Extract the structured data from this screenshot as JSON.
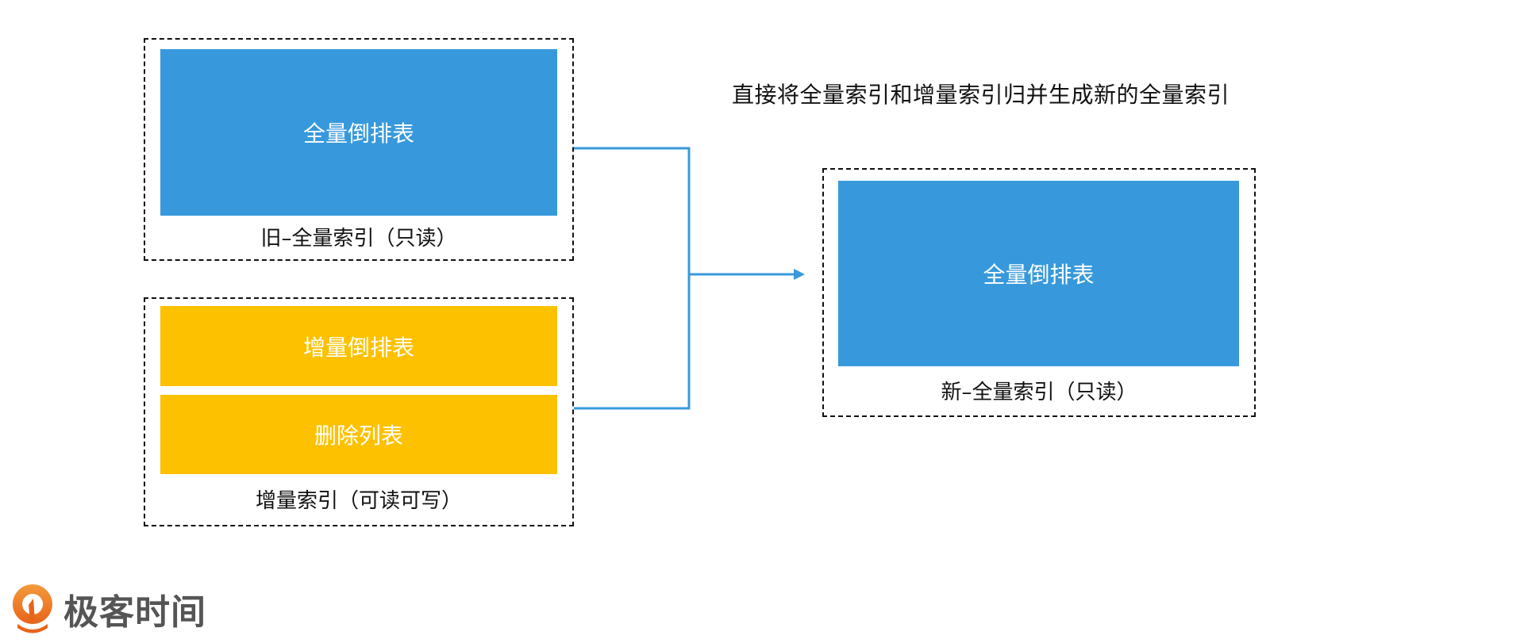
{
  "title": "直接将全量索引和增量索引归并生成新的全量索引",
  "colors": {
    "full_index_block": "#3799dc",
    "incremental_block": "#fdc100",
    "connector": "#3799dc",
    "logo_orange": "#f07a1d",
    "logo_text": "#555555"
  },
  "old_full_index": {
    "block_label": "全量倒排表",
    "caption": "旧–全量索引（只读）"
  },
  "incremental_index": {
    "blocks": [
      {
        "label": "增量倒排表"
      },
      {
        "label": "删除列表"
      }
    ],
    "caption": "增量索引（可读可写）"
  },
  "new_full_index": {
    "block_label": "全量倒排表",
    "caption": "新–全量索引（只读）"
  },
  "logo": {
    "icon": "geektime-logo-icon",
    "text": "极客时间"
  }
}
